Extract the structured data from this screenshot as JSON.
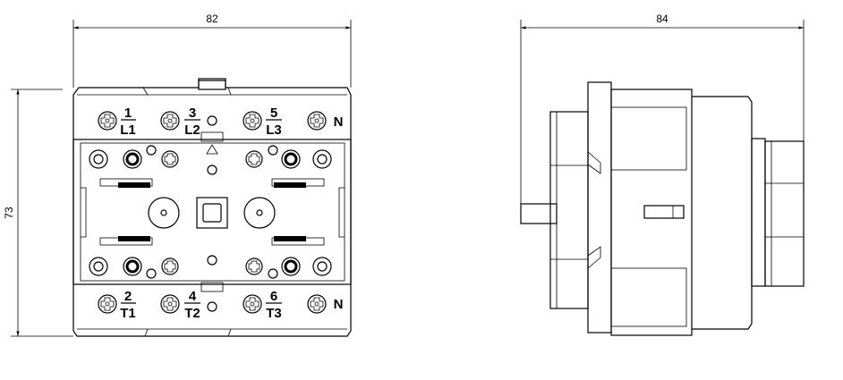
{
  "front_view": {
    "dim_width": "82",
    "dim_height": "73",
    "top_terminals": [
      {
        "num": "1",
        "label": "L1"
      },
      {
        "num": "3",
        "label": "L2"
      },
      {
        "num": "5",
        "label": "L3"
      },
      {
        "num": "",
        "label": "N"
      }
    ],
    "bottom_terminals": [
      {
        "num": "2",
        "label": "T1"
      },
      {
        "num": "4",
        "label": "T2"
      },
      {
        "num": "6",
        "label": "T3"
      },
      {
        "num": "",
        "label": "N"
      }
    ]
  },
  "side_view": {
    "dim_depth": "84"
  }
}
